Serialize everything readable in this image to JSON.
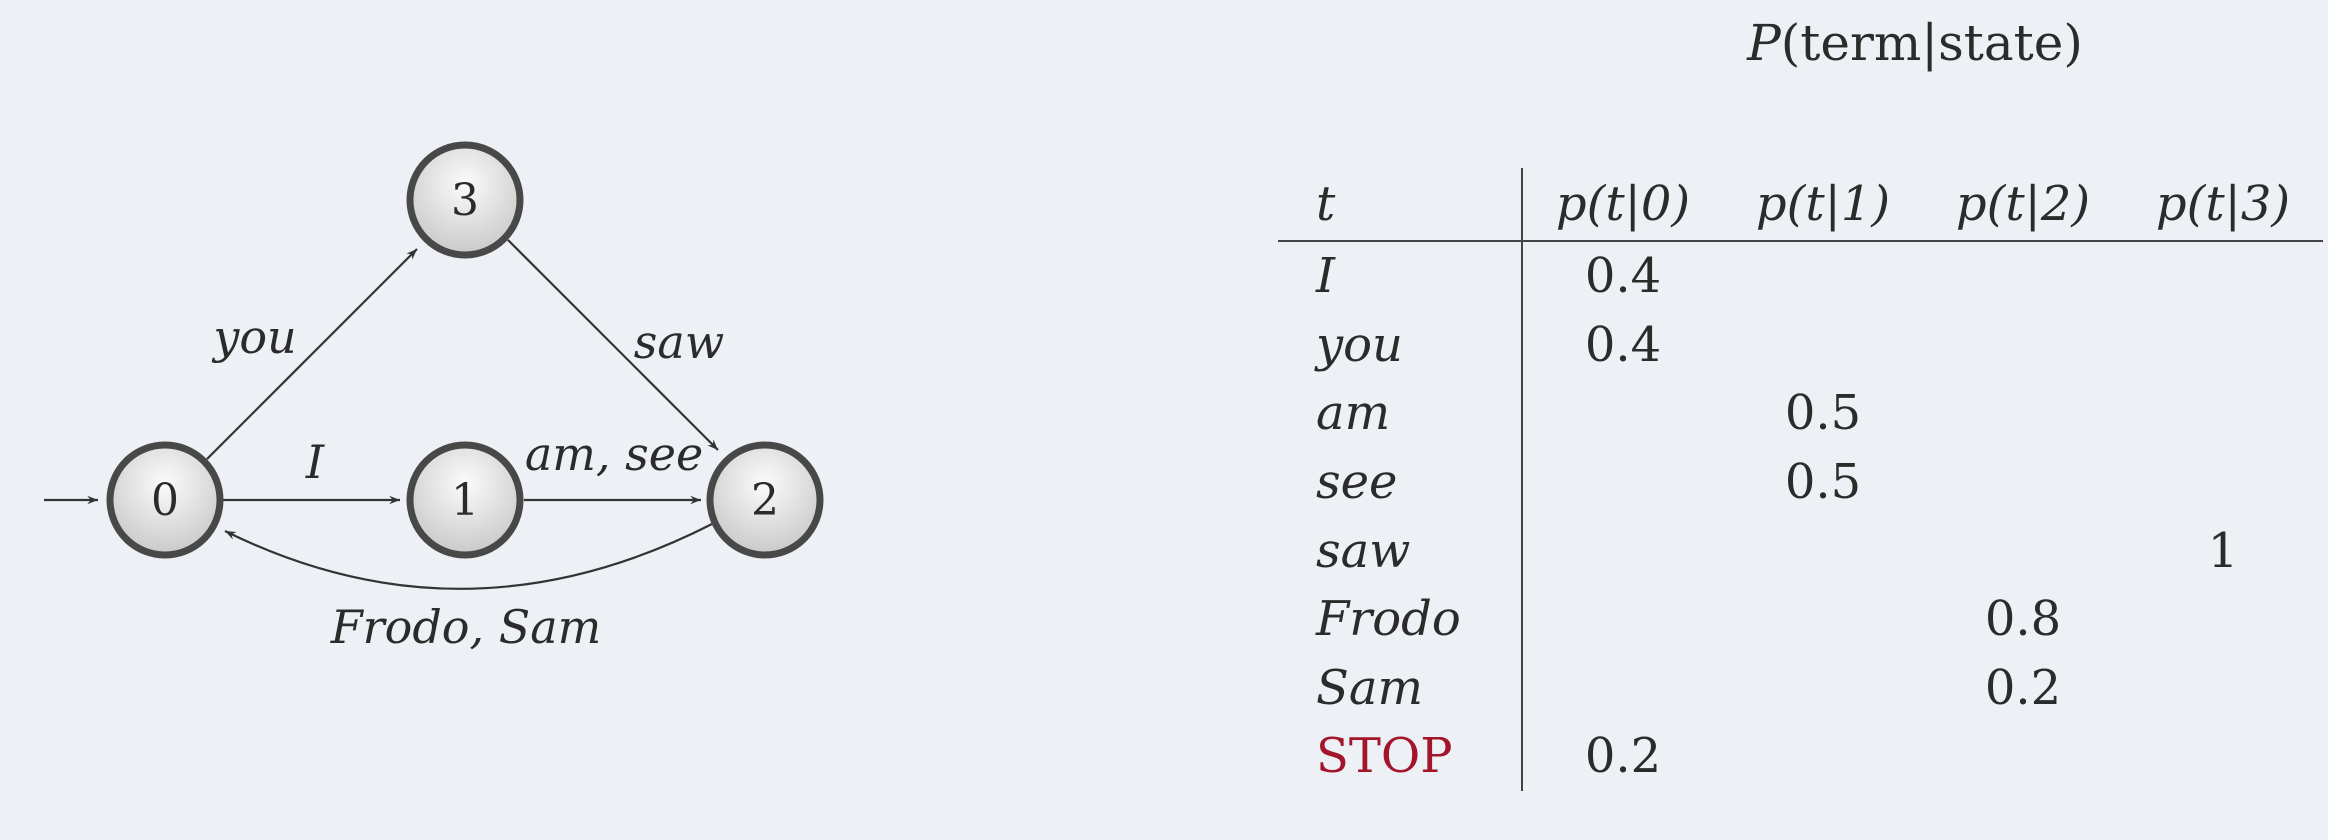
{
  "diagram": {
    "nodes": [
      {
        "id": "0",
        "label": "0"
      },
      {
        "id": "1",
        "label": "1"
      },
      {
        "id": "2",
        "label": "2"
      },
      {
        "id": "3",
        "label": "3"
      }
    ],
    "edges": [
      {
        "from": "start",
        "to": "0",
        "label": ""
      },
      {
        "from": "0",
        "to": "1",
        "label": "I"
      },
      {
        "from": "0",
        "to": "3",
        "label": "you"
      },
      {
        "from": "1",
        "to": "2",
        "label": "am, see"
      },
      {
        "from": "3",
        "to": "2",
        "label": "saw"
      },
      {
        "from": "2",
        "to": "0",
        "label": "Frodo, Sam"
      }
    ]
  },
  "table": {
    "title_prefix": "P",
    "title_rest": "(term|state)",
    "headers": [
      "t",
      "p(t|0)",
      "p(t|1)",
      "p(t|2)",
      "p(t|3)"
    ],
    "rows": [
      {
        "term": "I",
        "values": [
          "0.4",
          "",
          "",
          ""
        ]
      },
      {
        "term": "you",
        "values": [
          "0.4",
          "",
          "",
          ""
        ]
      },
      {
        "term": "am",
        "values": [
          "",
          "0.5",
          "",
          ""
        ]
      },
      {
        "term": "see",
        "values": [
          "",
          "0.5",
          "",
          ""
        ]
      },
      {
        "term": "saw",
        "values": [
          "",
          "",
          "",
          "1"
        ]
      },
      {
        "term": "Frodo",
        "values": [
          "",
          "",
          "0.8",
          ""
        ]
      },
      {
        "term": "Sam",
        "values": [
          "",
          "",
          "0.2",
          ""
        ]
      },
      {
        "term": "STOP",
        "values": [
          "0.2",
          "",
          "",
          ""
        ]
      }
    ],
    "stop_color": "#a3152a"
  }
}
